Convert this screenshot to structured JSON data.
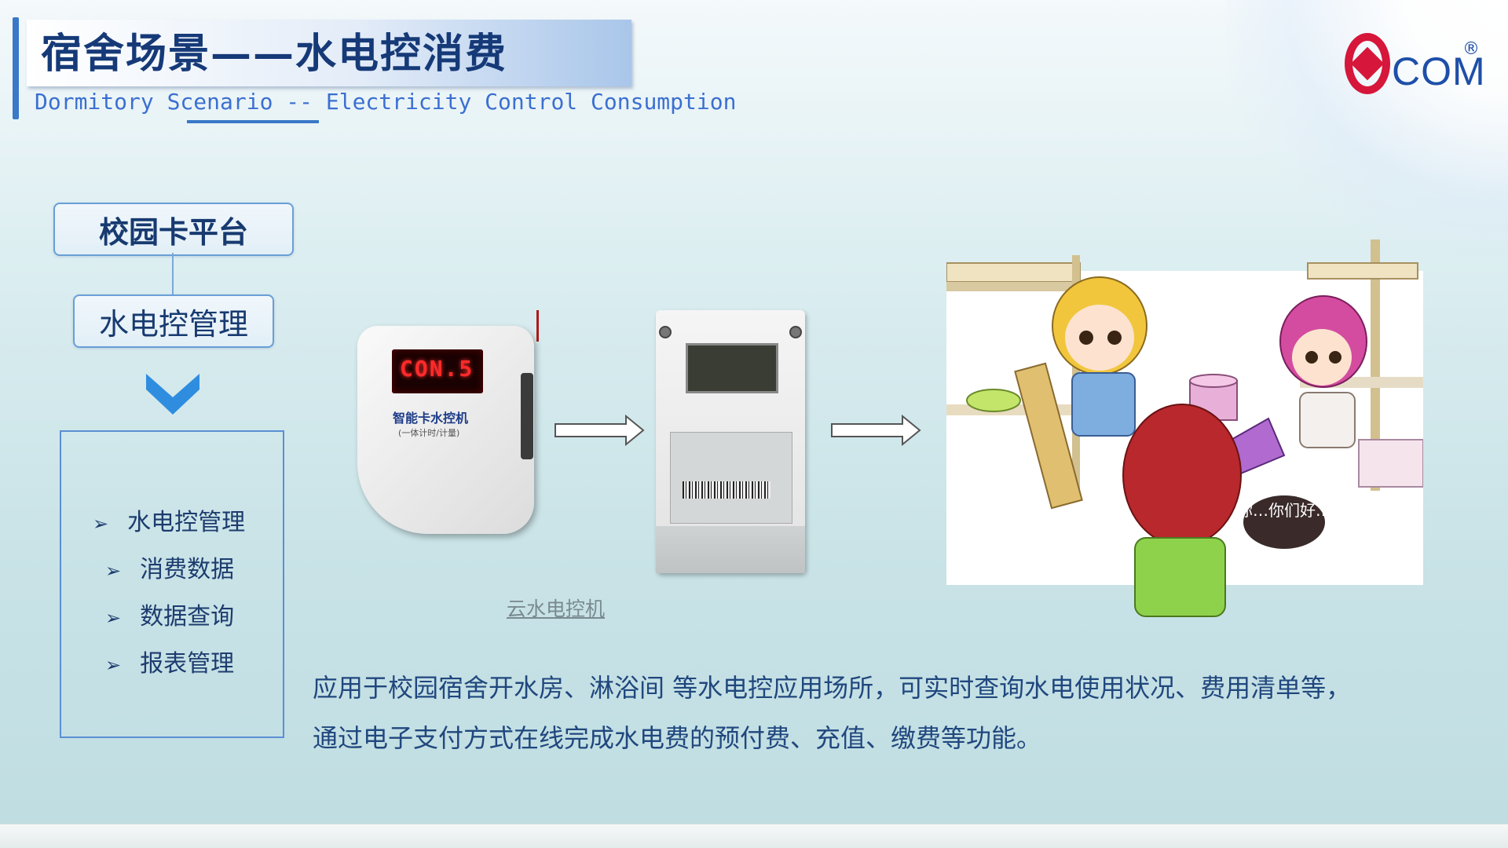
{
  "header": {
    "title": "宿舍场景——水电控消费",
    "subtitle": "Dormitory Scenario -- Electricity Control Consumption"
  },
  "logo": {
    "text": "COM",
    "registered": "®",
    "brand_color": "#d6163a",
    "text_color": "#1e4fa8"
  },
  "diagram": {
    "top_node": "校园卡平台",
    "mid_node": "水电控管理",
    "list": [
      {
        "bullet": "➢",
        "label": "水电控管理"
      },
      {
        "bullet": "➢",
        "label": "消费数据"
      },
      {
        "bullet": "➢",
        "label": "数据查询"
      },
      {
        "bullet": "➢",
        "label": "报表管理"
      }
    ]
  },
  "devices": {
    "water_controller": {
      "display": "CON.5",
      "label": "智能卡水控机",
      "sublabel": "(一体计时/计量)"
    },
    "meter": {
      "caption": "云水电控机"
    }
  },
  "cartoon": {
    "speech": "你…你们好…"
  },
  "description": {
    "line1": "应用于校园宿舍开水房、淋浴间 等水电控应用场所，可实时查询水电使用状况、费用清单等，",
    "line2": "通过电子支付方式在线完成水电费的预付费、充值、缴费等功能。"
  }
}
